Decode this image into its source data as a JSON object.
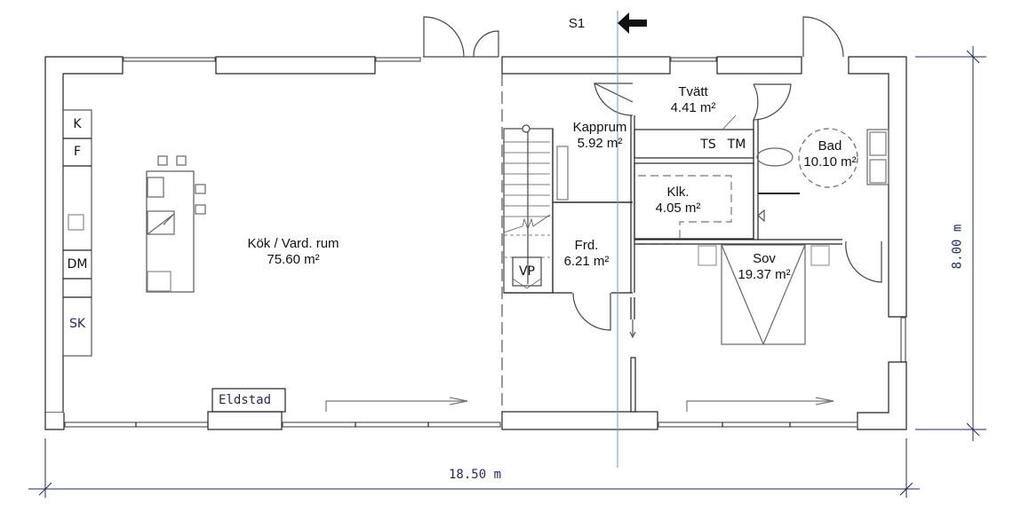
{
  "plan": {
    "section_marker": {
      "label": "S1",
      "direction": "left"
    },
    "dimensions": {
      "width_label": "18.50 m",
      "height_label": "8.00 m"
    },
    "rooms": [
      {
        "name": "Kök / Vard. rum",
        "area": "75.60 m²"
      },
      {
        "name": "Kapprum",
        "area": "5.92 m²"
      },
      {
        "name": "Tvätt",
        "area": "4.41 m²"
      },
      {
        "name": "Bad",
        "area": "10.10 m²"
      },
      {
        "name": "Klk.",
        "area": "4.05 m²"
      },
      {
        "name": "Frd.",
        "area": "6.21 m²"
      },
      {
        "name": "Sov",
        "area": "19.37 m²"
      }
    ],
    "fixtures": {
      "kitchen": [
        "K",
        "F",
        "DM",
        "SK"
      ],
      "laundry": [
        "TS",
        "TM"
      ],
      "heat_pump": "VP",
      "fireplace": "Eldstad"
    },
    "colors": {
      "wall": "#222222",
      "dimension": "#1f2a5a",
      "section_line": "#5b9bd5",
      "furniture": "#888888"
    }
  }
}
